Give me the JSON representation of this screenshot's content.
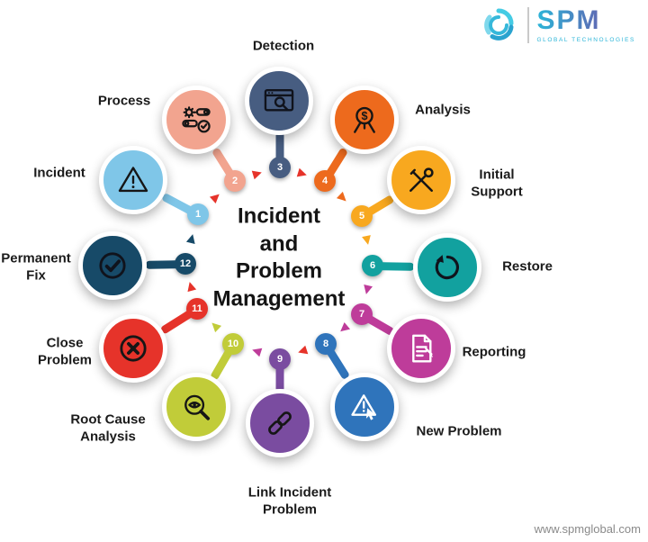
{
  "brand": {
    "name": "SPM",
    "tagline": "GLOBAL TECHNOLOGIES",
    "website": "www.spmglobal.com",
    "accent_teal": "#2BB5D8",
    "accent_purple": "#7B3FA0"
  },
  "center_title": "Incident\nand\nProblem\nManagement",
  "steps": [
    {
      "number": "1",
      "label": "Incident",
      "color": "#7FC6E8",
      "icon": "warning-triangle-icon",
      "icon_color": "#161616"
    },
    {
      "number": "2",
      "label": "Process",
      "color": "#F2A48F",
      "icon": "process-settings-icon",
      "icon_color": "#161616"
    },
    {
      "number": "3",
      "label": "Detection",
      "color": "#475D81",
      "icon": "browser-search-icon",
      "icon_color": "#10131c"
    },
    {
      "number": "4",
      "label": "Analysis",
      "color": "#ED6A1D",
      "icon": "financial-analysis-icon",
      "icon_color": "#161616"
    },
    {
      "number": "5",
      "label": "Initial\nSupport",
      "color": "#F8A81F",
      "icon": "crossed-tools-icon",
      "icon_color": "#161616"
    },
    {
      "number": "6",
      "label": "Restore",
      "color": "#12A19F",
      "icon": "restore-arrow-icon",
      "icon_color": "#10131c"
    },
    {
      "number": "7",
      "label": "Reporting",
      "color": "#BE3C9A",
      "icon": "report-document-icon",
      "icon_color": "#ffffff"
    },
    {
      "number": "8",
      "label": "New Problem",
      "color": "#2F74BB",
      "icon": "alert-cursor-icon",
      "icon_color": "#ffffff"
    },
    {
      "number": "9",
      "label": "Link Incident\nProblem",
      "color": "#7A4CA0",
      "icon": "chain-link-icon",
      "icon_color": "#161616"
    },
    {
      "number": "10",
      "label": "Root Cause\nAnalysis",
      "color": "#C1CC39",
      "icon": "magnifier-eye-icon",
      "icon_color": "#161616"
    },
    {
      "number": "11",
      "label": "Close\nProblem",
      "color": "#E6332A",
      "icon": "close-circle-icon",
      "icon_color": "#161616"
    },
    {
      "number": "12",
      "label": "Permanent\nFix",
      "color": "#174A68",
      "icon": "check-circle-icon",
      "icon_color": "#10131c"
    }
  ],
  "arrows": [
    {
      "from": "1",
      "to": "2",
      "color": "#E6332A"
    },
    {
      "from": "2",
      "to": "3",
      "color": "#E6332A"
    },
    {
      "from": "3",
      "to": "4",
      "color": "#E6332A"
    },
    {
      "from": "4",
      "to": "5",
      "color": "#ED6A1D"
    },
    {
      "from": "5",
      "to": "6",
      "color": "#F8A81F"
    },
    {
      "from": "6",
      "to": "7",
      "color": "#BE3C9A"
    },
    {
      "from": "7",
      "to": "8",
      "color": "#BE3C9A"
    },
    {
      "from": "8",
      "to": "9",
      "color": "#E6332A"
    },
    {
      "from": "9",
      "to": "10",
      "color": "#BE3C9A"
    },
    {
      "from": "10",
      "to": "11",
      "color": "#C1CC39"
    },
    {
      "from": "11",
      "to": "12",
      "color": "#E6332A"
    },
    {
      "from": "12",
      "to": "1",
      "color": "#174A68"
    }
  ]
}
